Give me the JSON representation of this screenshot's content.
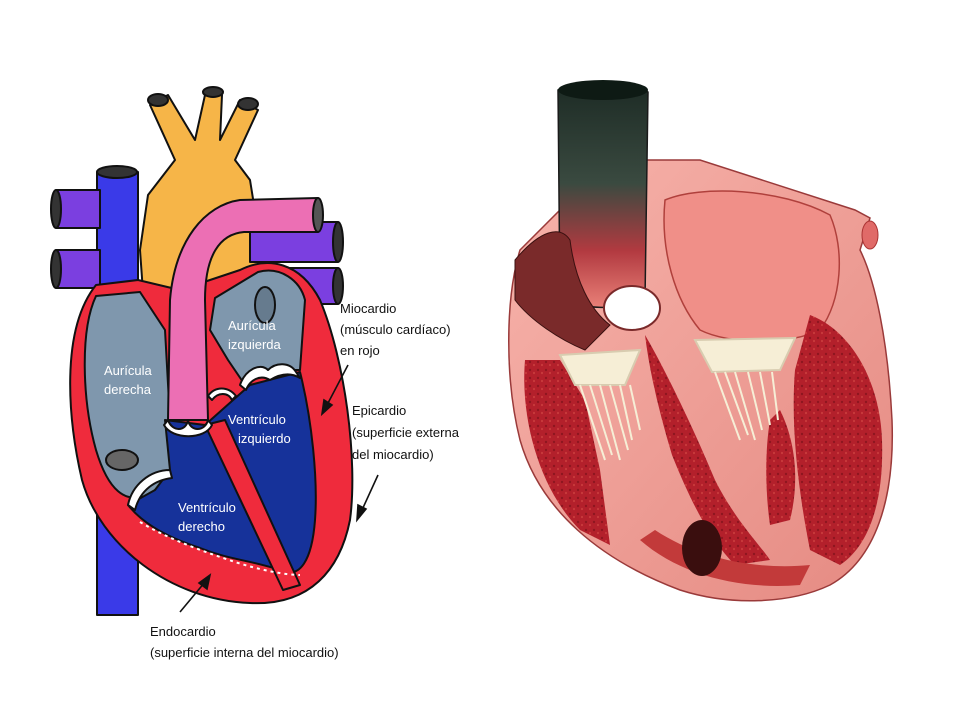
{
  "diagram": {
    "labels": {
      "auricula_derecha": [
        "Aurícula",
        "derecha"
      ],
      "auricula_izquierda": [
        "Aurícula",
        "izquierda"
      ],
      "ventriculo_izquierdo": [
        "Ventrículo",
        "izquierdo"
      ],
      "ventriculo_derecho": [
        "Ventrículo",
        "derecho"
      ],
      "miocardio": [
        "Miocardio",
        "(músculo cardíaco)",
        "en rojo"
      ],
      "epicardio": [
        "Epicardio",
        "(superficie externa",
        "del miocardio)"
      ],
      "endocardio": [
        "Endocardio",
        "(superficie interna del miocardio)"
      ]
    },
    "colors": {
      "myocardium": "#ef2b3c",
      "vena_cava": "#3a3ae8",
      "pulmonary_veins": "#7b3fe0",
      "aorta": "#f6b548",
      "pulmonary_artery": "#ec6fb4",
      "atria": "#7f97ad",
      "ventricles": "#16329a",
      "valves": "#ffffff"
    }
  },
  "photo": {
    "colors": {
      "tissue_light": "#f3a7a0",
      "muscle_dark": "#b0202a",
      "vessel_dark": "#243830",
      "valve_cords": "#f6eed6"
    }
  }
}
